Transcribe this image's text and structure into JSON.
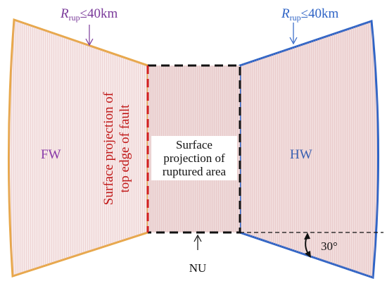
{
  "labels": {
    "rrup_left_italic": "R",
    "rrup_left_sub": "rup",
    "rrup_left_rest": "≤40km",
    "rrup_right_italic": "R",
    "rrup_right_sub": "rup",
    "rrup_right_rest": "≤40km",
    "fw": "FW",
    "hw": "HW",
    "nu": "NU",
    "angle": "30°",
    "top_edge_line1": "Surface projection of",
    "top_edge_line2": "top edge of fault",
    "ruptured_line1": "Surface",
    "ruptured_line2": "projection of",
    "ruptured_line3": "ruptured area"
  },
  "colors": {
    "fw_region_border": "#e8a84a",
    "fw_region_fill": "#f7e9e9",
    "hw_region_border": "#2f64c6",
    "hw_region_fill": "#f1dcdc",
    "ruptured_fill": "#eed9d9",
    "top_edge_line": "#d22020",
    "rrup_left_text": "#7a3a9a",
    "rrup_right_text": "#2f64c6",
    "fw_text": "#8a3aa8",
    "hw_text": "#3a5fb0",
    "top_edge_text": "#c01818"
  }
}
